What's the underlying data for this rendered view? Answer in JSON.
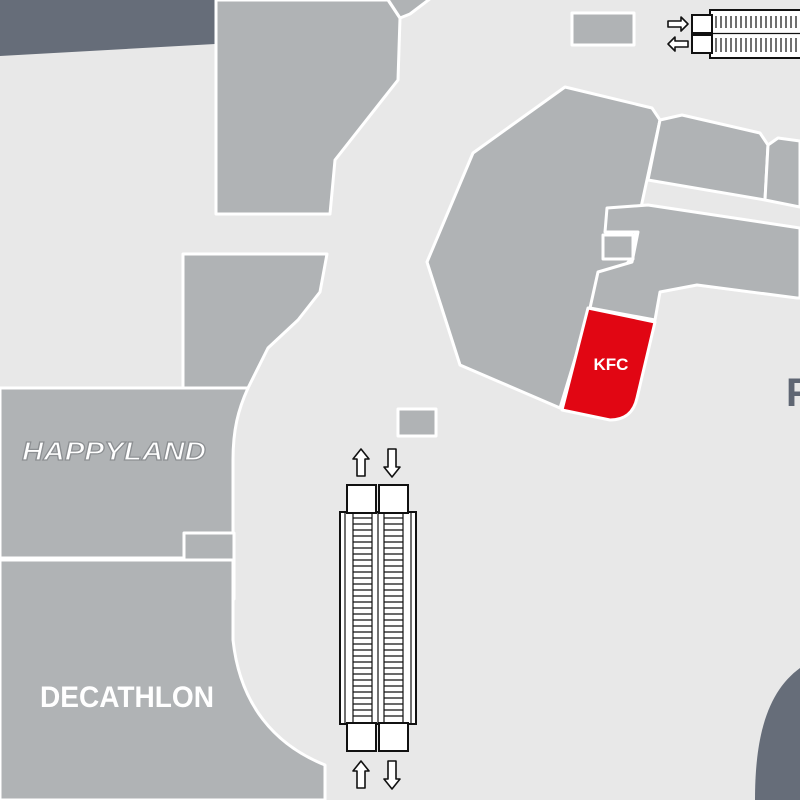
{
  "map": {
    "stores": {
      "kfc": {
        "label": "KFC",
        "highlighted": true
      },
      "happyland": {
        "label": "HAPPYLAND"
      },
      "decathlon": {
        "label": "DECATHLON"
      }
    },
    "partial_label": "F"
  },
  "colors": {
    "background": "#e8e8e8",
    "unit_fill": "#b0b3b5",
    "unit_outline": "#ffffff",
    "highlight": "#e10613",
    "dark_area": "#666d79",
    "escalator_line": "#111111"
  },
  "icons": [
    "escalator-icon",
    "arrow-up-icon",
    "arrow-down-icon",
    "arrow-left-icon",
    "arrow-right-icon"
  ]
}
